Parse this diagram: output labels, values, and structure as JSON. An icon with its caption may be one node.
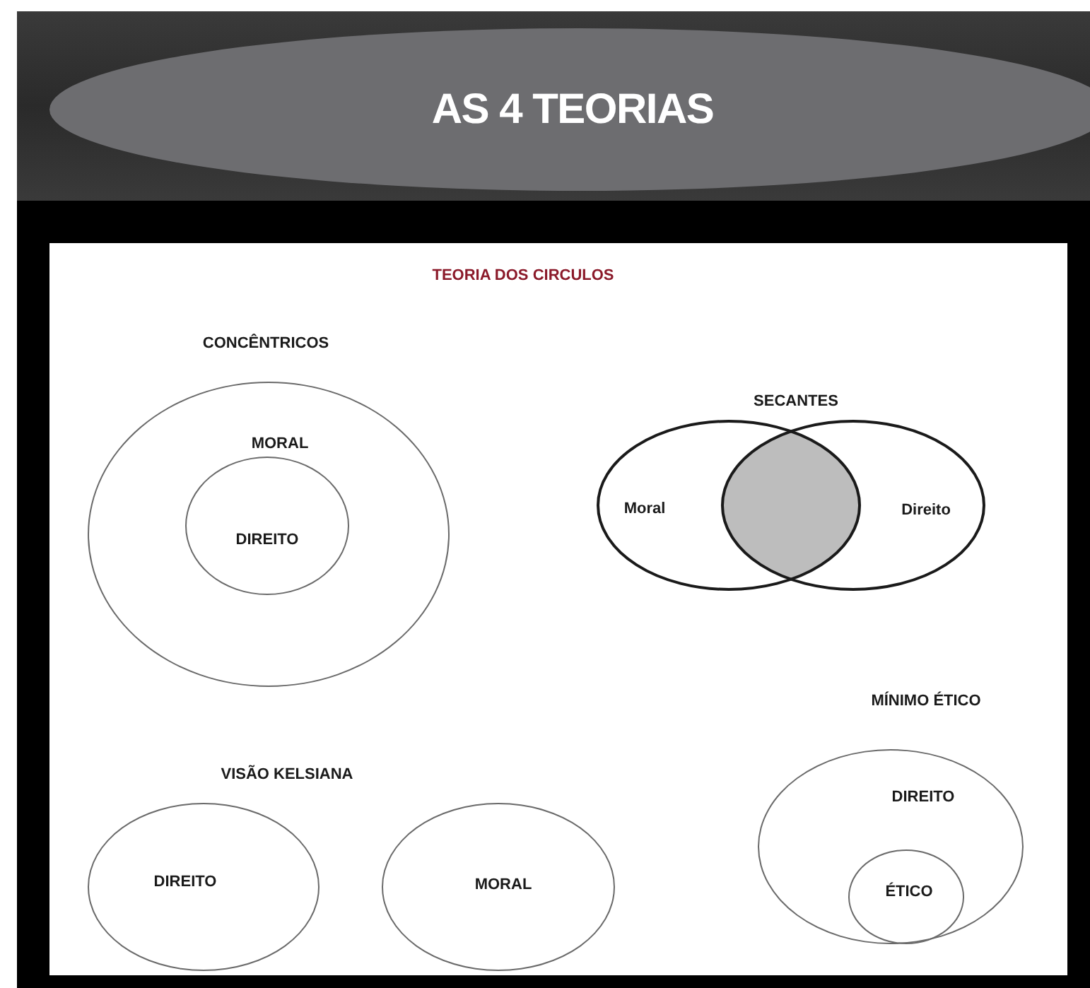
{
  "diagram": {
    "title": "AS 4 TEORIAS",
    "nodes": [
      {
        "text": [
          "MORAL"
        ]
      },
      {
        "text": [
          "DIREITO"
        ],
        "in": 0
      },
      {
        "text": [
          "Moral"
        ]
      },
      {
        "text": [
          "Direito"
        ]
      },
      {
        "text": [
          "DIREITO"
        ]
      },
      {
        "text": [
          "MORAL"
        ]
      },
      {
        "text": [
          "DIREITO"
        ]
      },
      {
        "text": [
          "ÉTICO"
        ],
        "in": 6
      }
    ],
    "edges": [],
    "labels": [
      "TEORIA DOS CIRCULOS",
      "CONCÊNTRICOS",
      "SECANTES",
      "VISÃO KELSIANA",
      "MÍNIMO ÉTICO"
    ]
  }
}
